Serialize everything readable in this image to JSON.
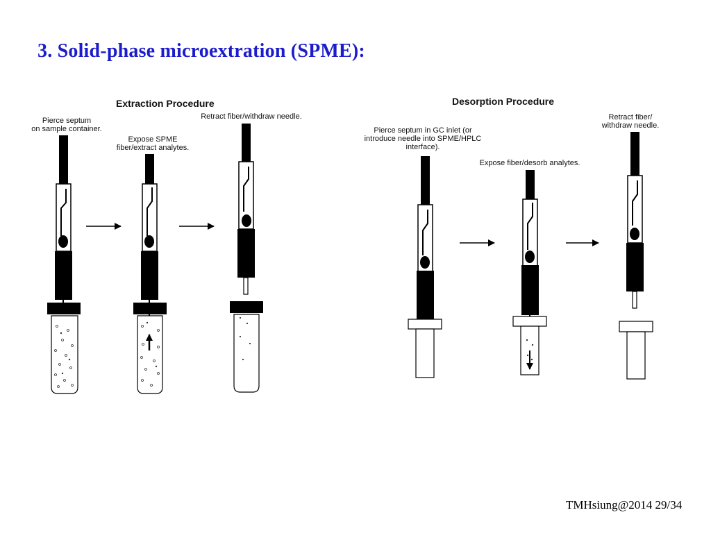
{
  "slide": {
    "title": "3. Solid-phase microextration (SPME):",
    "footer": "TMHsiung@2014 29/34"
  },
  "extraction": {
    "heading": "Extraction Procedure",
    "steps": [
      {
        "label_1": "Pierce septum",
        "label_2": "on  sample container."
      },
      {
        "label_1": "Expose SPME",
        "label_2": "fiber/extract analytes."
      },
      {
        "label_1": "Retract fiber/withdraw needle."
      }
    ]
  },
  "desorption": {
    "heading": "Desorption Procedure",
    "steps": [
      {
        "label_1": "Pierce septum in GC inlet (or",
        "label_2": "introduce needle into SPME/HPLC",
        "label_3": "interface)."
      },
      {
        "label_1": "Expose fiber/desorb analytes."
      },
      {
        "label_1": "Retract fiber/",
        "label_2": "withdraw needle."
      }
    ]
  },
  "colors": {
    "title": "#1c1ccc",
    "ink": "#000000"
  }
}
